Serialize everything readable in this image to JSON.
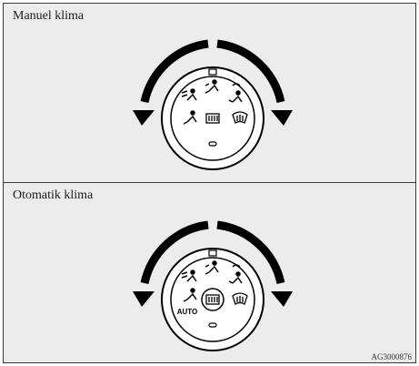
{
  "panels": [
    {
      "title": "Manuel klima",
      "auto_label": ""
    },
    {
      "title": "Otomatik klima",
      "auto_label": "AUTO"
    }
  ],
  "figure_code": "AG3000876",
  "icons": [
    "vent-face-icon",
    "vent-bilevel-icon",
    "vent-foot-icon",
    "vent-foot-defrost-icon",
    "defrost-icon",
    "rear-defrost-icon",
    "recirculation-icon"
  ]
}
